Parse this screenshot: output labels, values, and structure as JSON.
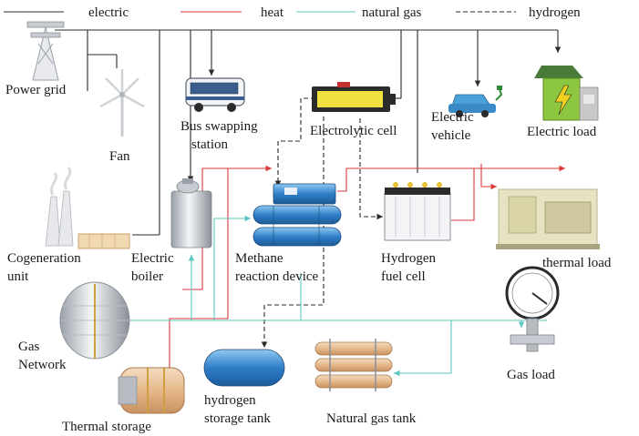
{
  "legend": {
    "electric": "electric",
    "heat": "heat",
    "natural_gas": "natural gas",
    "hydrogen": "hydrogen"
  },
  "nodes": {
    "power_grid": "Power grid",
    "fan": "Fan",
    "bus_line1": "Bus swapping",
    "bus_line2": "station",
    "electrolytic_cell": "Electrolytic cell",
    "ev_line1": "Electric",
    "ev_line2": "vehicle",
    "electric_load": "Electric load",
    "cogen_line1": "Cogeneration",
    "cogen_line2": "unit",
    "boiler_line1": "Electric",
    "boiler_line2": "boiler",
    "methane_line1": "Methane",
    "methane_line2": "reaction device",
    "fuelcell_line1": "Hydrogen",
    "fuelcell_line2": "fuel cell",
    "thermal_load": "thermal load",
    "gas_network_line1": "Gas",
    "gas_network_line2": "Network",
    "thermal_storage": "Thermal storage",
    "h2tank_line1": "hydrogen",
    "h2tank_line2": "storage tank",
    "ng_tank": "Natural gas tank",
    "gas_load": "Gas load"
  },
  "colors": {
    "electric": "#2b2b2b",
    "heat": "#d93a3a",
    "natural_gas": "#5cc8c0",
    "hydrogen": "#2b2b2b"
  }
}
